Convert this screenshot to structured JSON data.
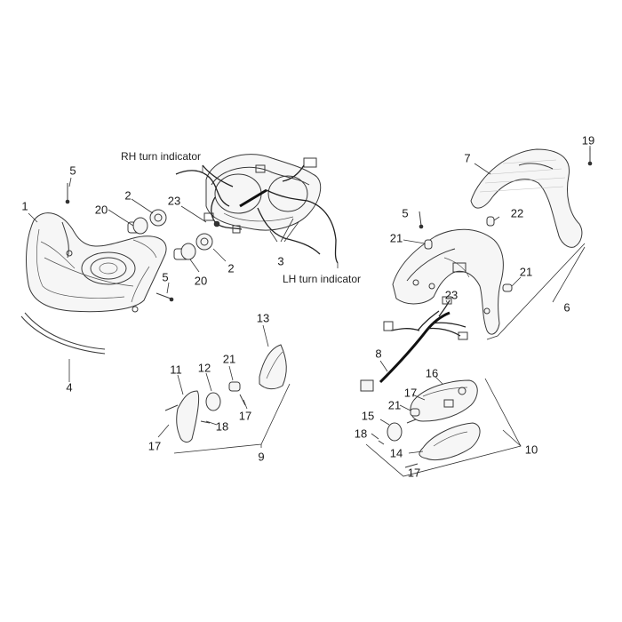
{
  "labels": {
    "rh_turn_indicator": "RH turn indicator",
    "lh_turn_indicator": "LH turn indicator"
  },
  "callouts": [
    "1",
    "2",
    "2",
    "3",
    "4",
    "5",
    "5",
    "5",
    "6",
    "7",
    "8",
    "9",
    "10",
    "11",
    "12",
    "13",
    "14",
    "15",
    "16",
    "17",
    "17",
    "17",
    "17",
    "18",
    "18",
    "19",
    "20",
    "20",
    "21",
    "21",
    "21",
    "21",
    "22",
    "23",
    "23"
  ],
  "colors": {
    "line": "#3a3a3a",
    "text": "#1a1a1a",
    "background": "#ffffff"
  }
}
